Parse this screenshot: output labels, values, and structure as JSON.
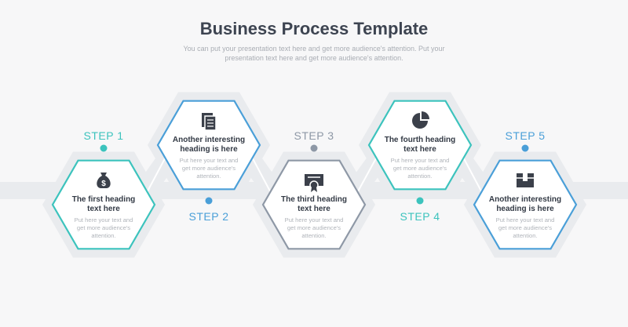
{
  "header": {
    "title": "Business Process Template",
    "subtitle": "You can put your presentation text here and get more audience's attention. Put your presentation text here and get more audience's attention."
  },
  "colors": {
    "teal": "#3cc3bd",
    "blue": "#4a9fd8",
    "gray": "#8e98a6",
    "band": "#e9ebee",
    "heading": "#333a45",
    "body_text": "#b0b4ba",
    "icon": "#3b404a"
  },
  "steps": [
    {
      "label": "STEP 1",
      "heading_lines": [
        "The first heading",
        "text here"
      ],
      "text_lines": [
        "Put here your text and",
        "get more audience's",
        "attention."
      ],
      "color": "teal",
      "icon": "money-bag-icon"
    },
    {
      "label": "STEP 2",
      "heading_lines": [
        "Another interesting",
        "heading is here"
      ],
      "text_lines": [
        "Put here your text and",
        "get more audience's",
        "attention."
      ],
      "color": "blue",
      "icon": "documents-icon"
    },
    {
      "label": "STEP 3",
      "heading_lines": [
        "The third heading",
        "text here"
      ],
      "text_lines": [
        "Put here your text and",
        "get more audience's",
        "attention."
      ],
      "color": "gray",
      "icon": "certificate-icon"
    },
    {
      "label": "STEP 4",
      "heading_lines": [
        "The fourth heading",
        "text here"
      ],
      "text_lines": [
        "Put here your text and",
        "get more audience's",
        "attention."
      ],
      "color": "teal",
      "icon": "pie-chart-icon"
    },
    {
      "label": "STEP 5",
      "heading_lines": [
        "Another interesting",
        "heading is here"
      ],
      "text_lines": [
        "Put here your text and",
        "get more audience's",
        "attention."
      ],
      "color": "blue",
      "icon": "box-icon"
    }
  ]
}
